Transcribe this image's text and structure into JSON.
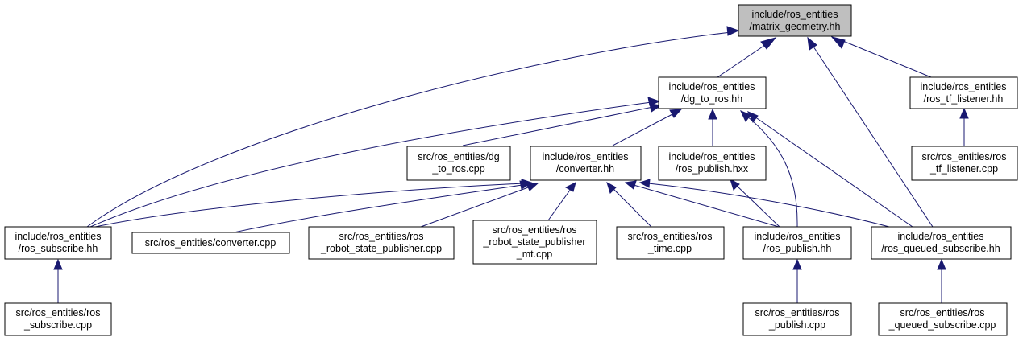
{
  "diagram": {
    "colors": {
      "edge": "#191970",
      "root_fill": "#bfbfbf",
      "node_fill": "#ffffff",
      "border": "#000000"
    },
    "nodes": {
      "matrix_geometry": [
        "include/ros_entities",
        "/matrix_geometry.hh"
      ],
      "dg_to_ros_hh": [
        "include/ros_entities",
        "/dg_to_ros.hh"
      ],
      "ros_tf_listener_hh": [
        "include/ros_entities",
        "/ros_tf_listener.hh"
      ],
      "dg_to_ros_cpp": [
        "src/ros_entities/dg",
        "_to_ros.cpp"
      ],
      "converter_hh": [
        "include/ros_entities",
        "/converter.hh"
      ],
      "ros_publish_hxx": [
        "include/ros_entities",
        "/ros_publish.hxx"
      ],
      "ros_tf_listener_cpp": [
        "src/ros_entities/ros",
        "_tf_listener.cpp"
      ],
      "ros_subscribe_hh": [
        "include/ros_entities",
        "/ros_subscribe.hh"
      ],
      "converter_cpp": [
        "src/ros_entities/converter.cpp"
      ],
      "robot_state_publisher_cpp": [
        "src/ros_entities/ros",
        "_robot_state_publisher.cpp"
      ],
      "robot_state_publisher_mt_cpp": [
        "src/ros_entities/ros",
        "_robot_state_publisher",
        "_mt.cpp"
      ],
      "ros_time_cpp": [
        "src/ros_entities/ros",
        "_time.cpp"
      ],
      "ros_publish_hh": [
        "include/ros_entities",
        "/ros_publish.hh"
      ],
      "ros_queued_subscribe_hh": [
        "include/ros_entities",
        "/ros_queued_subscribe.hh"
      ],
      "ros_subscribe_cpp": [
        "src/ros_entities/ros",
        "_subscribe.cpp"
      ],
      "ros_publish_cpp": [
        "src/ros_entities/ros",
        "_publish.cpp"
      ],
      "ros_queued_subscribe_cpp": [
        "src/ros_entities/ros",
        "_queued_subscribe.cpp"
      ]
    }
  }
}
